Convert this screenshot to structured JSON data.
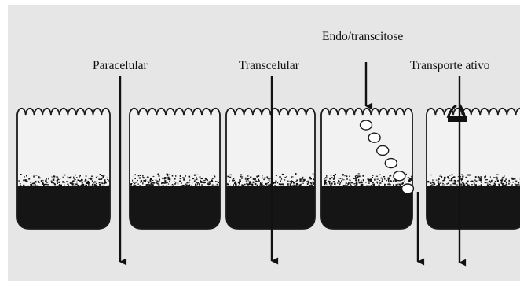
{
  "diagram": {
    "labels": {
      "paracellular": "Paracelular",
      "transcellular": "Transcelular",
      "endo_transcytosis": "Endo/transcitose",
      "active_transport": "Transporte ativo"
    },
    "cell_count": 5,
    "vesicle_count": 6,
    "colors": {
      "background": "#e6e6e6",
      "cell_fill": "#f2f2f2",
      "outline": "#1a1a1a",
      "cytoplasm": "#151515",
      "arrow": "#111111",
      "vesicle": "#ffffff"
    }
  }
}
